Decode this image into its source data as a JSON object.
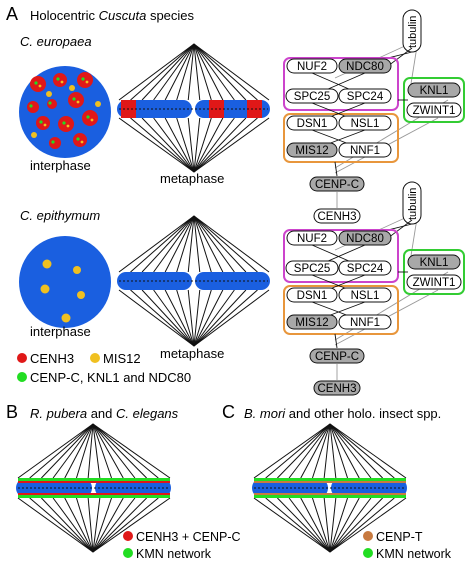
{
  "panelA": {
    "letter": "A",
    "title_plain": "Holocentric ",
    "title_italic": "Cuscuta",
    "title_tail": " species",
    "species1": "C. europaea",
    "species2": "C. epithymum",
    "interphase": "interphase",
    "metaphase": "metaphase"
  },
  "proteins": {
    "tubulin": "tubulin",
    "nuf2": "NUF2",
    "ndc80": "NDC80",
    "spc25": "SPC25",
    "spc24": "SPC24",
    "knl1": "KNL1",
    "zwint1": "ZWINT1",
    "dsn1": "DSN1",
    "nsl1": "NSL1",
    "mis12": "MIS12",
    "nnf1": "NNF1",
    "cenpc": "CENP-C",
    "cenh3": "CENH3"
  },
  "legendA": {
    "cenh3": "CENH3",
    "mis12": "MIS12",
    "kmn": "CENP-C, KNL1 and NDC80"
  },
  "panelB": {
    "letter": "B",
    "t1": "R. pubera",
    "t2": " and ",
    "t3": "C. elegans",
    "legend1": "CENH3 + CENP-C",
    "legend2": "KMN network"
  },
  "panelC": {
    "letter": "C",
    "t1": "B. mori",
    "t2": " and other holo. insect spp.",
    "legend1": "CENP-T",
    "legend2": "KMN network"
  },
  "colors": {
    "chromosome": "#1a5fe0",
    "cenh3": "#e01818",
    "mis12": "#f0c020",
    "kmn": "#22dd22",
    "cenpt": "#c87a40",
    "ndc80_box": "#cc44cc",
    "mis12_box": "#e8963c",
    "knl1_box": "#33cc33",
    "grey_fill": "#a8a8a8"
  }
}
